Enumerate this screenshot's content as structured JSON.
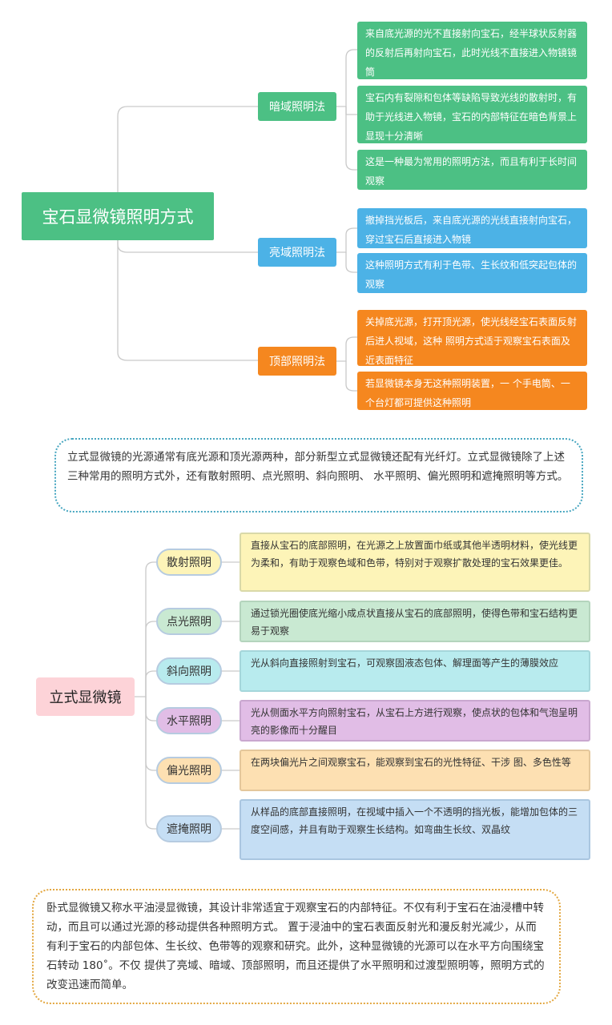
{
  "diagram1": {
    "root": "宝石显微镜照明方式",
    "colors": {
      "green": "#4cc084",
      "blue": "#4cb2e6",
      "orange": "#f5871f"
    },
    "branches": [
      {
        "label": "暗域照明法",
        "leaves": [
          "来自底光源的光不直接射向宝石，经半球状反射器的反射后再射向宝石，此时光线不直接进入物镜镜筒",
          "宝石内有裂隙和包体等缺陷导致光线的散射时，有助于光线进入物镜，宝石的内部特征在暗色背景上显现十分清晰",
          "这是一种最为常用的照明方法，而且有利于长时间观察"
        ]
      },
      {
        "label": "亮域照明法",
        "leaves": [
          "撤掉挡光板后，来自底光源的光线直接射向宝石，穿过宝石后直接进入物镜",
          "这种照明方式有利于色带、生长纹和低突起包体的观察"
        ]
      },
      {
        "label": "顶部照明法",
        "leaves": [
          "关掉底光源，打开顶光源，使光线经宝石表面反射后进人视域，这种 照明方式适于观察宝石表面及近表面特征",
          "若显微镜本身无这种照明装置，一 个手电筒、一个台灯都可提供这种照明"
        ]
      }
    ]
  },
  "note1": "立式显微镜的光源通常有底光源和顶光源两种，部分新型立式显微镜还配有光纤灯。立式显微镜除了上述三种常用的照明方式外，还有散射照明、点光照明、斜向照明、 水平照明、偏光照明和遮掩照明等方式。",
  "diagram2": {
    "root": "立式显微镜",
    "items": [
      {
        "label": "散射照明",
        "color": "#fdf4b8",
        "desc": "直接从宝石的底部照明，在光源之上放置面巾纸或其他半透明材料，使光线更为柔和，有助于观察色域和色带，特别对于观察扩散处理的宝石效果更佳。"
      },
      {
        "label": "点光照明",
        "color": "#c9e9d2",
        "desc": "通过锁光圈使底光缩小成点状直接从宝石的底部照明，使得色带和宝石结构更易于观察"
      },
      {
        "label": "斜向照明",
        "color": "#b8ebee",
        "desc": "光从斜向直接照射到宝石，可观察固液态包体、解理面等产生的薄膜效应"
      },
      {
        "label": "水平照明",
        "color": "#e1bde6",
        "desc": "光从侧面水平方向照射宝石，从宝石上方进行观察，使点状的包体和气泡呈明亮的影像而十分醒目"
      },
      {
        "label": "偏光照明",
        "color": "#fde0b2",
        "desc": "在两块偏光片之间观察宝石，能观察到宝石的光性特征、干涉 图、多色性等"
      },
      {
        "label": "遮掩照明",
        "color": "#c5def4",
        "desc": "从样品的底部直接照明，在视域中插入一个不透明的挡光板，能增加包体的三度空间感，并且有助于观察生长结构。如弯曲生长纹、双晶纹"
      }
    ]
  },
  "note2": "卧式显微镜又称水平油浸显微镜，其设计非常适宜于观察宝石的内部特征。不仅有利于宝石在油浸槽中转动，而且可以通过光源的移动提供各种照明方式。 置于浸油中的宝石表面反射光和漫反射光减少，从而有利于宝石的内部包体、生长纹、色带等的观察和研究。此外，这种显微镜的光源可以在水平方向围绕宝石转动 180˚。不仅 提供了亮域、暗域、顶部照明，而且还提供了水平照明和过渡型照明等，照明方式的改变迅速而简单。"
}
